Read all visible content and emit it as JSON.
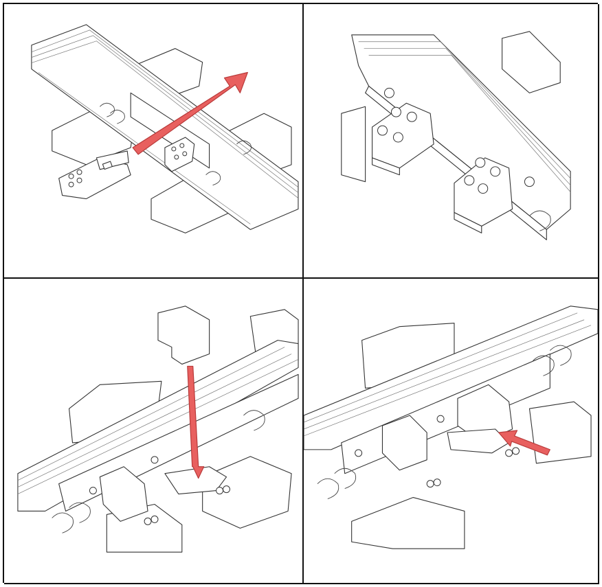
{
  "figure": {
    "panels": [
      {
        "id": "top-left",
        "content": "rail-clamp-insertion-diagonal-arrow"
      },
      {
        "id": "top-right",
        "content": "rail-clamps-mounted-closeup"
      },
      {
        "id": "bottom-left",
        "content": "clamp-lowered-vertical-arrow"
      },
      {
        "id": "bottom-right",
        "content": "clamp-pushed-horizontal-arrow"
      }
    ],
    "colors": {
      "arrow": "#e8605f",
      "line": "#333333",
      "border": "#111111"
    },
    "icons": [
      "arrow-diagonal",
      "arrow-down",
      "arrow-left"
    ]
  }
}
